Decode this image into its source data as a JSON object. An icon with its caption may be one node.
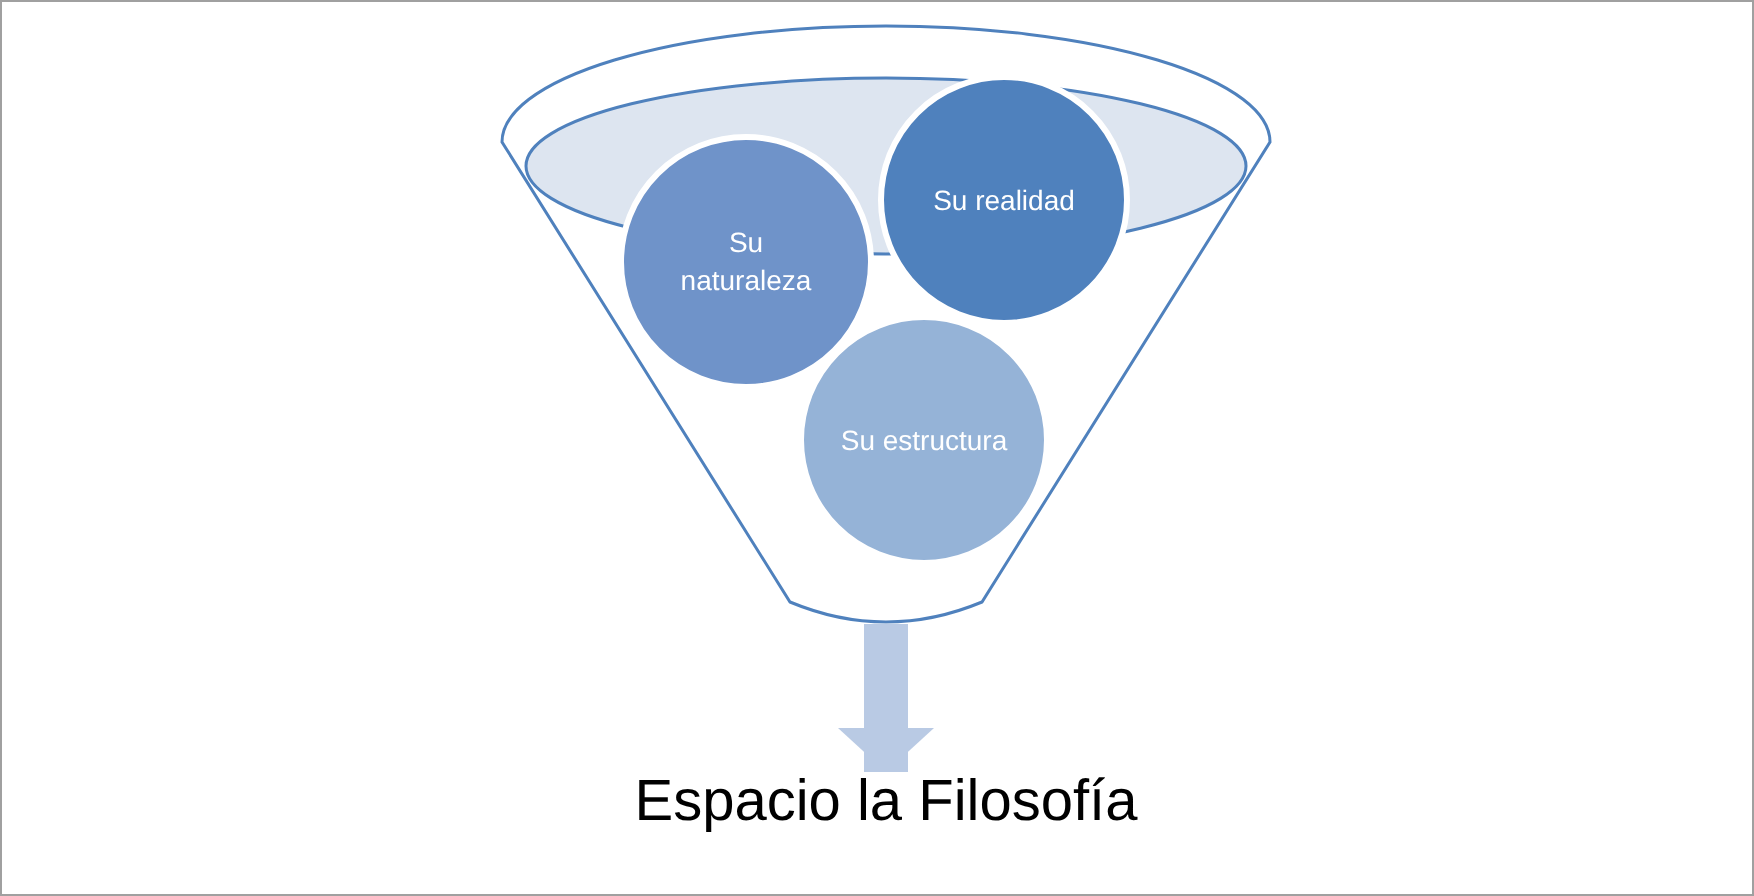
{
  "diagram": {
    "nodes": [
      {
        "text": [],
        "shape": "funnel"
      },
      {
        "text": [
          "Su naturaleza"
        ],
        "in": 0
      },
      {
        "text": [
          "Su realidad"
        ],
        "in": 0
      },
      {
        "text": [
          "Su estructura"
        ],
        "in": 0
      },
      {
        "text": [
          "Espacio la Filosofía"
        ]
      }
    ],
    "edges": [
      {
        "from": 0,
        "to": 4,
        "arrow": "to"
      }
    ]
  }
}
